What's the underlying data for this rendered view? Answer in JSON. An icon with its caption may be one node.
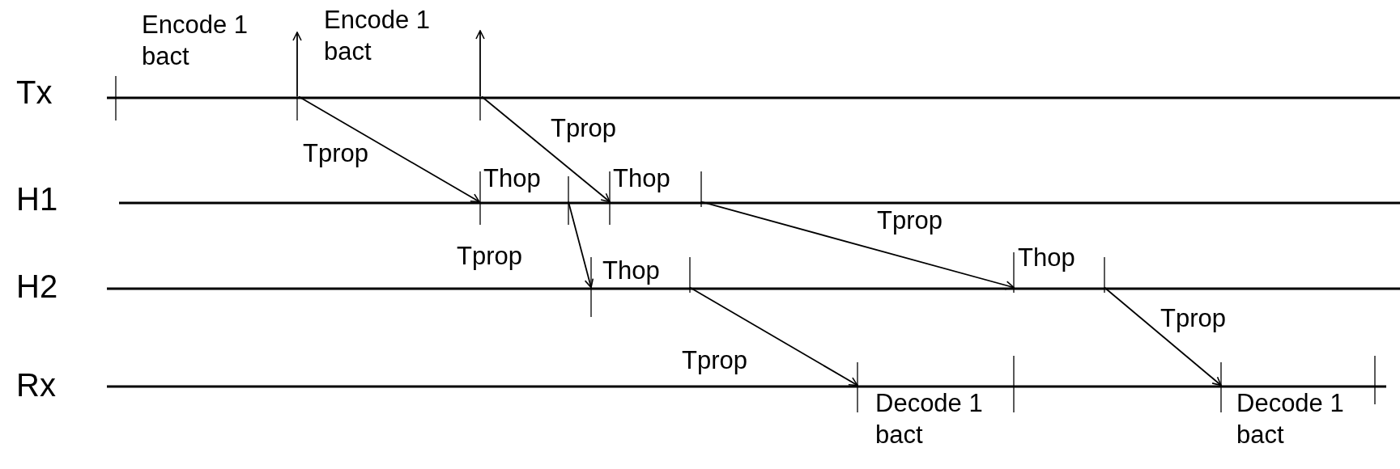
{
  "diagram": {
    "nodes": [
      {
        "text": [],
        "shape": "line",
        "beside": [
          "Tx"
        ]
      },
      {
        "text": [],
        "shape": "line",
        "beside": [
          "H1"
        ]
      },
      {
        "text": [],
        "shape": "line",
        "beside": [
          "H2"
        ]
      },
      {
        "text": [],
        "shape": "line",
        "beside": [
          "Rx"
        ]
      }
    ],
    "edges": [
      {
        "from": 0,
        "to": null,
        "arrow": "to"
      },
      {
        "from": 0,
        "to": null,
        "arrow": "to"
      },
      {
        "from": 0,
        "to": 1,
        "arrow": "to",
        "label": "Tprop"
      },
      {
        "from": 0,
        "to": 1,
        "arrow": "to",
        "label": "Tprop"
      },
      {
        "from": 1,
        "to": 2,
        "arrow": "to",
        "label": "Tprop"
      },
      {
        "from": 1,
        "to": 2,
        "arrow": "to",
        "label": "Tprop"
      },
      {
        "from": 2,
        "to": 3,
        "arrow": "to",
        "label": "Tprop"
      },
      {
        "from": 2,
        "to": 3,
        "arrow": "to",
        "label": "Tprop"
      }
    ],
    "labels": [
      "Encode 1 bact",
      "Encode 1 bact",
      "Thop",
      "Thop",
      "Thop",
      "Thop",
      "Decode 1 bact",
      "Decode 1 bact"
    ]
  }
}
